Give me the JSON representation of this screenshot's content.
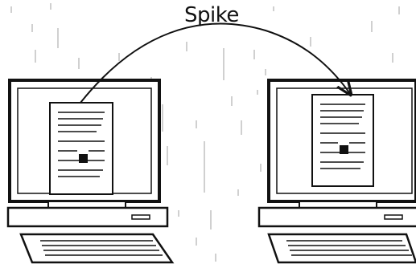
{
  "diagram": {
    "label": "Spike",
    "nodes": [
      {
        "id": "left-computer",
        "kind": "desktop-computer-with-document"
      },
      {
        "id": "right-computer",
        "kind": "desktop-computer-with-document"
      }
    ],
    "edges": [
      {
        "from": "left-computer",
        "to": "right-computer",
        "label": "Spike",
        "style": "curved-arrow"
      }
    ],
    "colors": {
      "stroke": "#111111",
      "background": "#ffffff",
      "noise": "#555555"
    }
  }
}
